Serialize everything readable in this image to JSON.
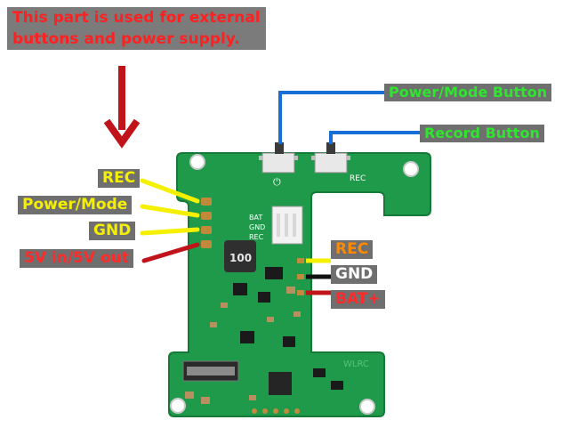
{
  "note": {
    "line1": "This part is used for external",
    "line2": "buttons and power supply."
  },
  "left_labels": {
    "rec": "REC",
    "power_mode": "Power/Mode",
    "gnd": "GND",
    "five_v": "5V in/5V out"
  },
  "right_labels": {
    "power_mode_button": "Power/Mode Button",
    "record_button": "Record Button",
    "rec": "REC",
    "gnd": "GND",
    "bat_plus": "BAT+"
  },
  "board": {
    "inductor_marking": "100",
    "silk_bat": "BAT",
    "silk_gnd": "GND",
    "silk_rec": "REC",
    "silk_rec_button": "REC",
    "silk_brand": "WLRC",
    "silk_power_symbol": "⏻"
  },
  "colors": {
    "pcb": "#1f9a4a",
    "arrow": "#c0141a",
    "label_bg": "#6f6f6f",
    "yellow": "#f4f000",
    "blue": "#1a6fd6",
    "orange": "#ff8a00",
    "green_text": "#2ee62e"
  }
}
